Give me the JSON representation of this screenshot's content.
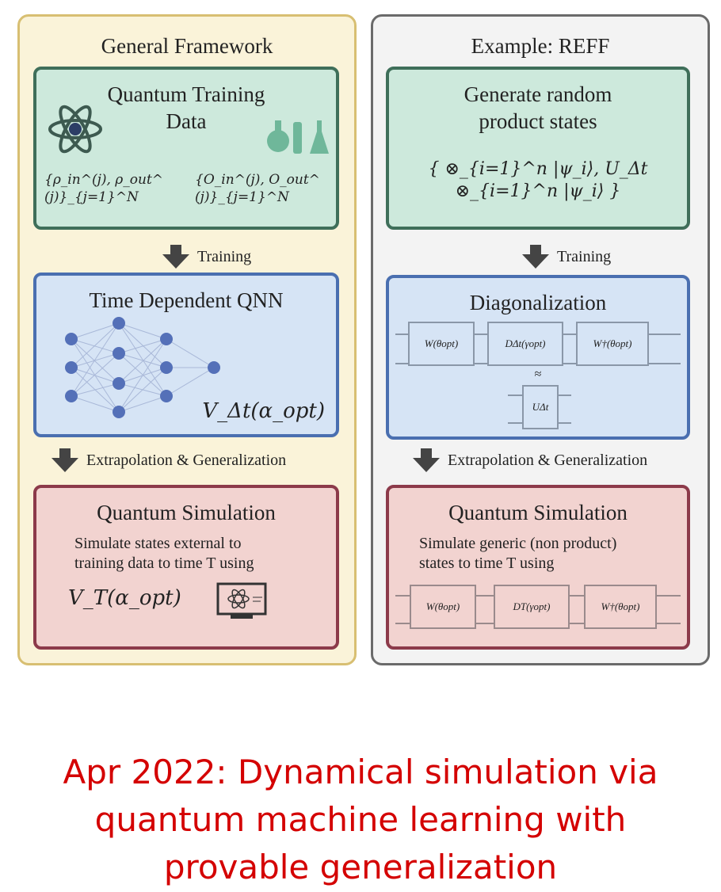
{
  "left_panel": {
    "title": "General Framework",
    "box1": {
      "title_line1": "Quantum Training",
      "title_line2": "Data",
      "formula1": "{ρ_in^(j), ρ_out^(j)}_{j=1}^N",
      "formula2": "{O_in^(j), O_out^(j)}_{j=1}^N"
    },
    "arrow1_label": "Training",
    "box2": {
      "title": "Time Dependent QNN",
      "formula": "V_Δt(α_opt)"
    },
    "arrow2_label": "Extrapolation & Generalization",
    "box3": {
      "title": "Quantum Simulation",
      "line1": "Simulate states external to",
      "line2": "training data to time T using",
      "formula": "V_T(α_opt)"
    }
  },
  "right_panel": {
    "title": "Example: REFF",
    "box1": {
      "title_line1": "Generate random",
      "title_line2": "product states",
      "formula": "{ ⊗_{i=1}^n |ψ_i⟩, U_Δt ⊗_{i=1}^n |ψ_i⟩ }"
    },
    "arrow1_label": "Training",
    "box2": {
      "title": "Diagonalization",
      "gates": [
        "W(θopt)",
        "DΔt(γopt)",
        "W†(θopt)"
      ],
      "approx": "≈",
      "target_gate": "UΔt"
    },
    "arrow2_label": "Extrapolation & Generalization",
    "box3": {
      "title": "Quantum Simulation",
      "line1": "Simulate generic (non product)",
      "line2": "states to time T using",
      "gates": [
        "W(θopt)",
        "DT(γopt)",
        "W†(θopt)"
      ]
    }
  },
  "caption": {
    "line1": "Apr 2022: Dynamical simulation via",
    "line2": "quantum machine learning with",
    "line3": "provable generalization"
  },
  "colors": {
    "caption": "#d40000",
    "green_box": "#cde9dc",
    "blue_box": "#d6e4f5",
    "red_box": "#f2d3d0",
    "left_panel": "#faf3d9",
    "right_panel": "#f3f3f3"
  }
}
